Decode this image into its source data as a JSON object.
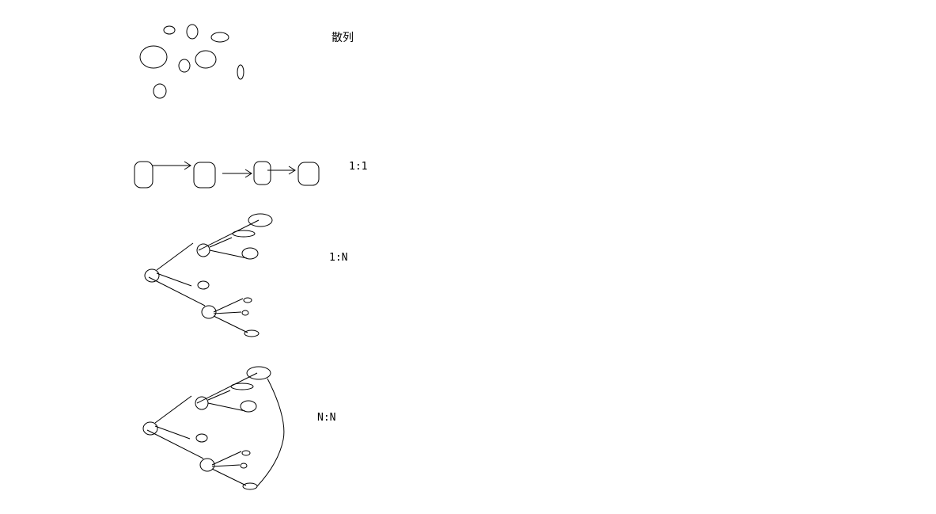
{
  "labels": {
    "scatter": "散列",
    "one_to_one": "1:1",
    "one_to_many": "1:N",
    "many_to_many": "N:N"
  },
  "colors": {
    "stroke": "#000000",
    "background": "#ffffff"
  }
}
